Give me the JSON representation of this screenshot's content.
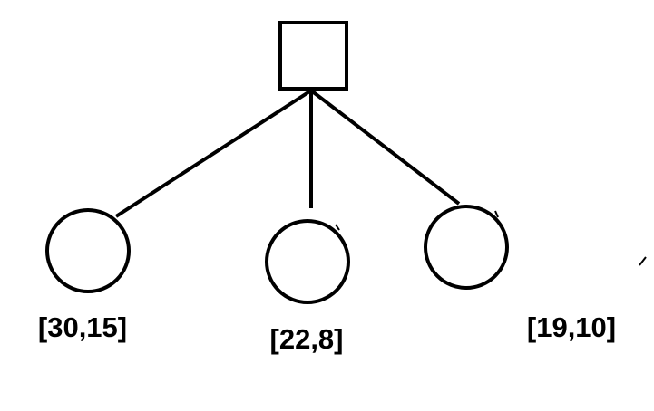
{
  "diagram": {
    "root": {
      "shape": "square"
    },
    "children": [
      {
        "shape": "circle",
        "label": "[30,15]"
      },
      {
        "shape": "circle",
        "label": "[22,8]"
      },
      {
        "shape": "circle",
        "label": "[19,10]"
      }
    ],
    "stroke_color": "#000000",
    "background_color": "#ffffff"
  }
}
